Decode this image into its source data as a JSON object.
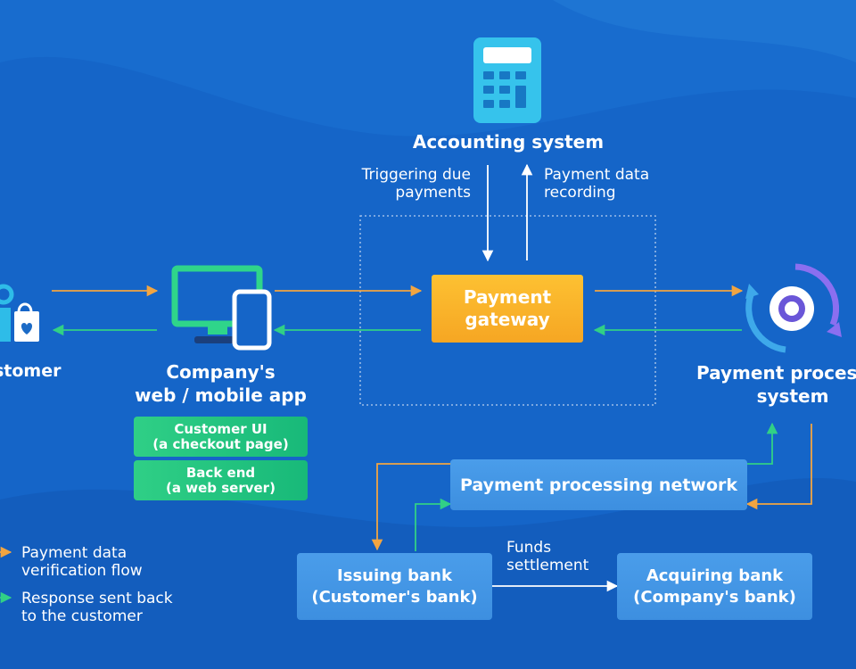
{
  "nodes": {
    "accounting": "Accounting system",
    "customer": "Customer",
    "company_app": [
      "Company's",
      "web / mobile app"
    ],
    "customer_ui": [
      "Customer UI",
      "(a checkout page)"
    ],
    "back_end": [
      "Back end",
      "(a web server)"
    ],
    "gateway": [
      "Payment",
      "gateway"
    ],
    "processor": [
      "Payment processor",
      "system"
    ],
    "network": "Payment processing network",
    "issuing_bank": [
      "Issuing bank",
      "(Customer's bank)"
    ],
    "acquiring_bank": [
      "Acquiring bank",
      "(Company's bank)"
    ]
  },
  "edge_labels": {
    "triggering": [
      "Triggering due",
      "payments"
    ],
    "recording": [
      "Payment data",
      "recording"
    ],
    "funds": [
      "Funds",
      "settlement"
    ]
  },
  "legend": {
    "request": [
      "Payment data",
      "verification flow"
    ],
    "response": [
      "Response sent back",
      "to the customer"
    ]
  },
  "colors": {
    "background": "#1565c8",
    "request_arrow": "#f2a541",
    "response_arrow": "#31d086",
    "gateway": "#f9b22a",
    "app_screen": "#2fd58a",
    "calculator": "#36c3ec",
    "processor_ring": "#8b6ff0"
  },
  "icons": [
    "calculator-icon",
    "monitor-phone-icon",
    "customer-bag-icon",
    "processor-sync-icon"
  ]
}
